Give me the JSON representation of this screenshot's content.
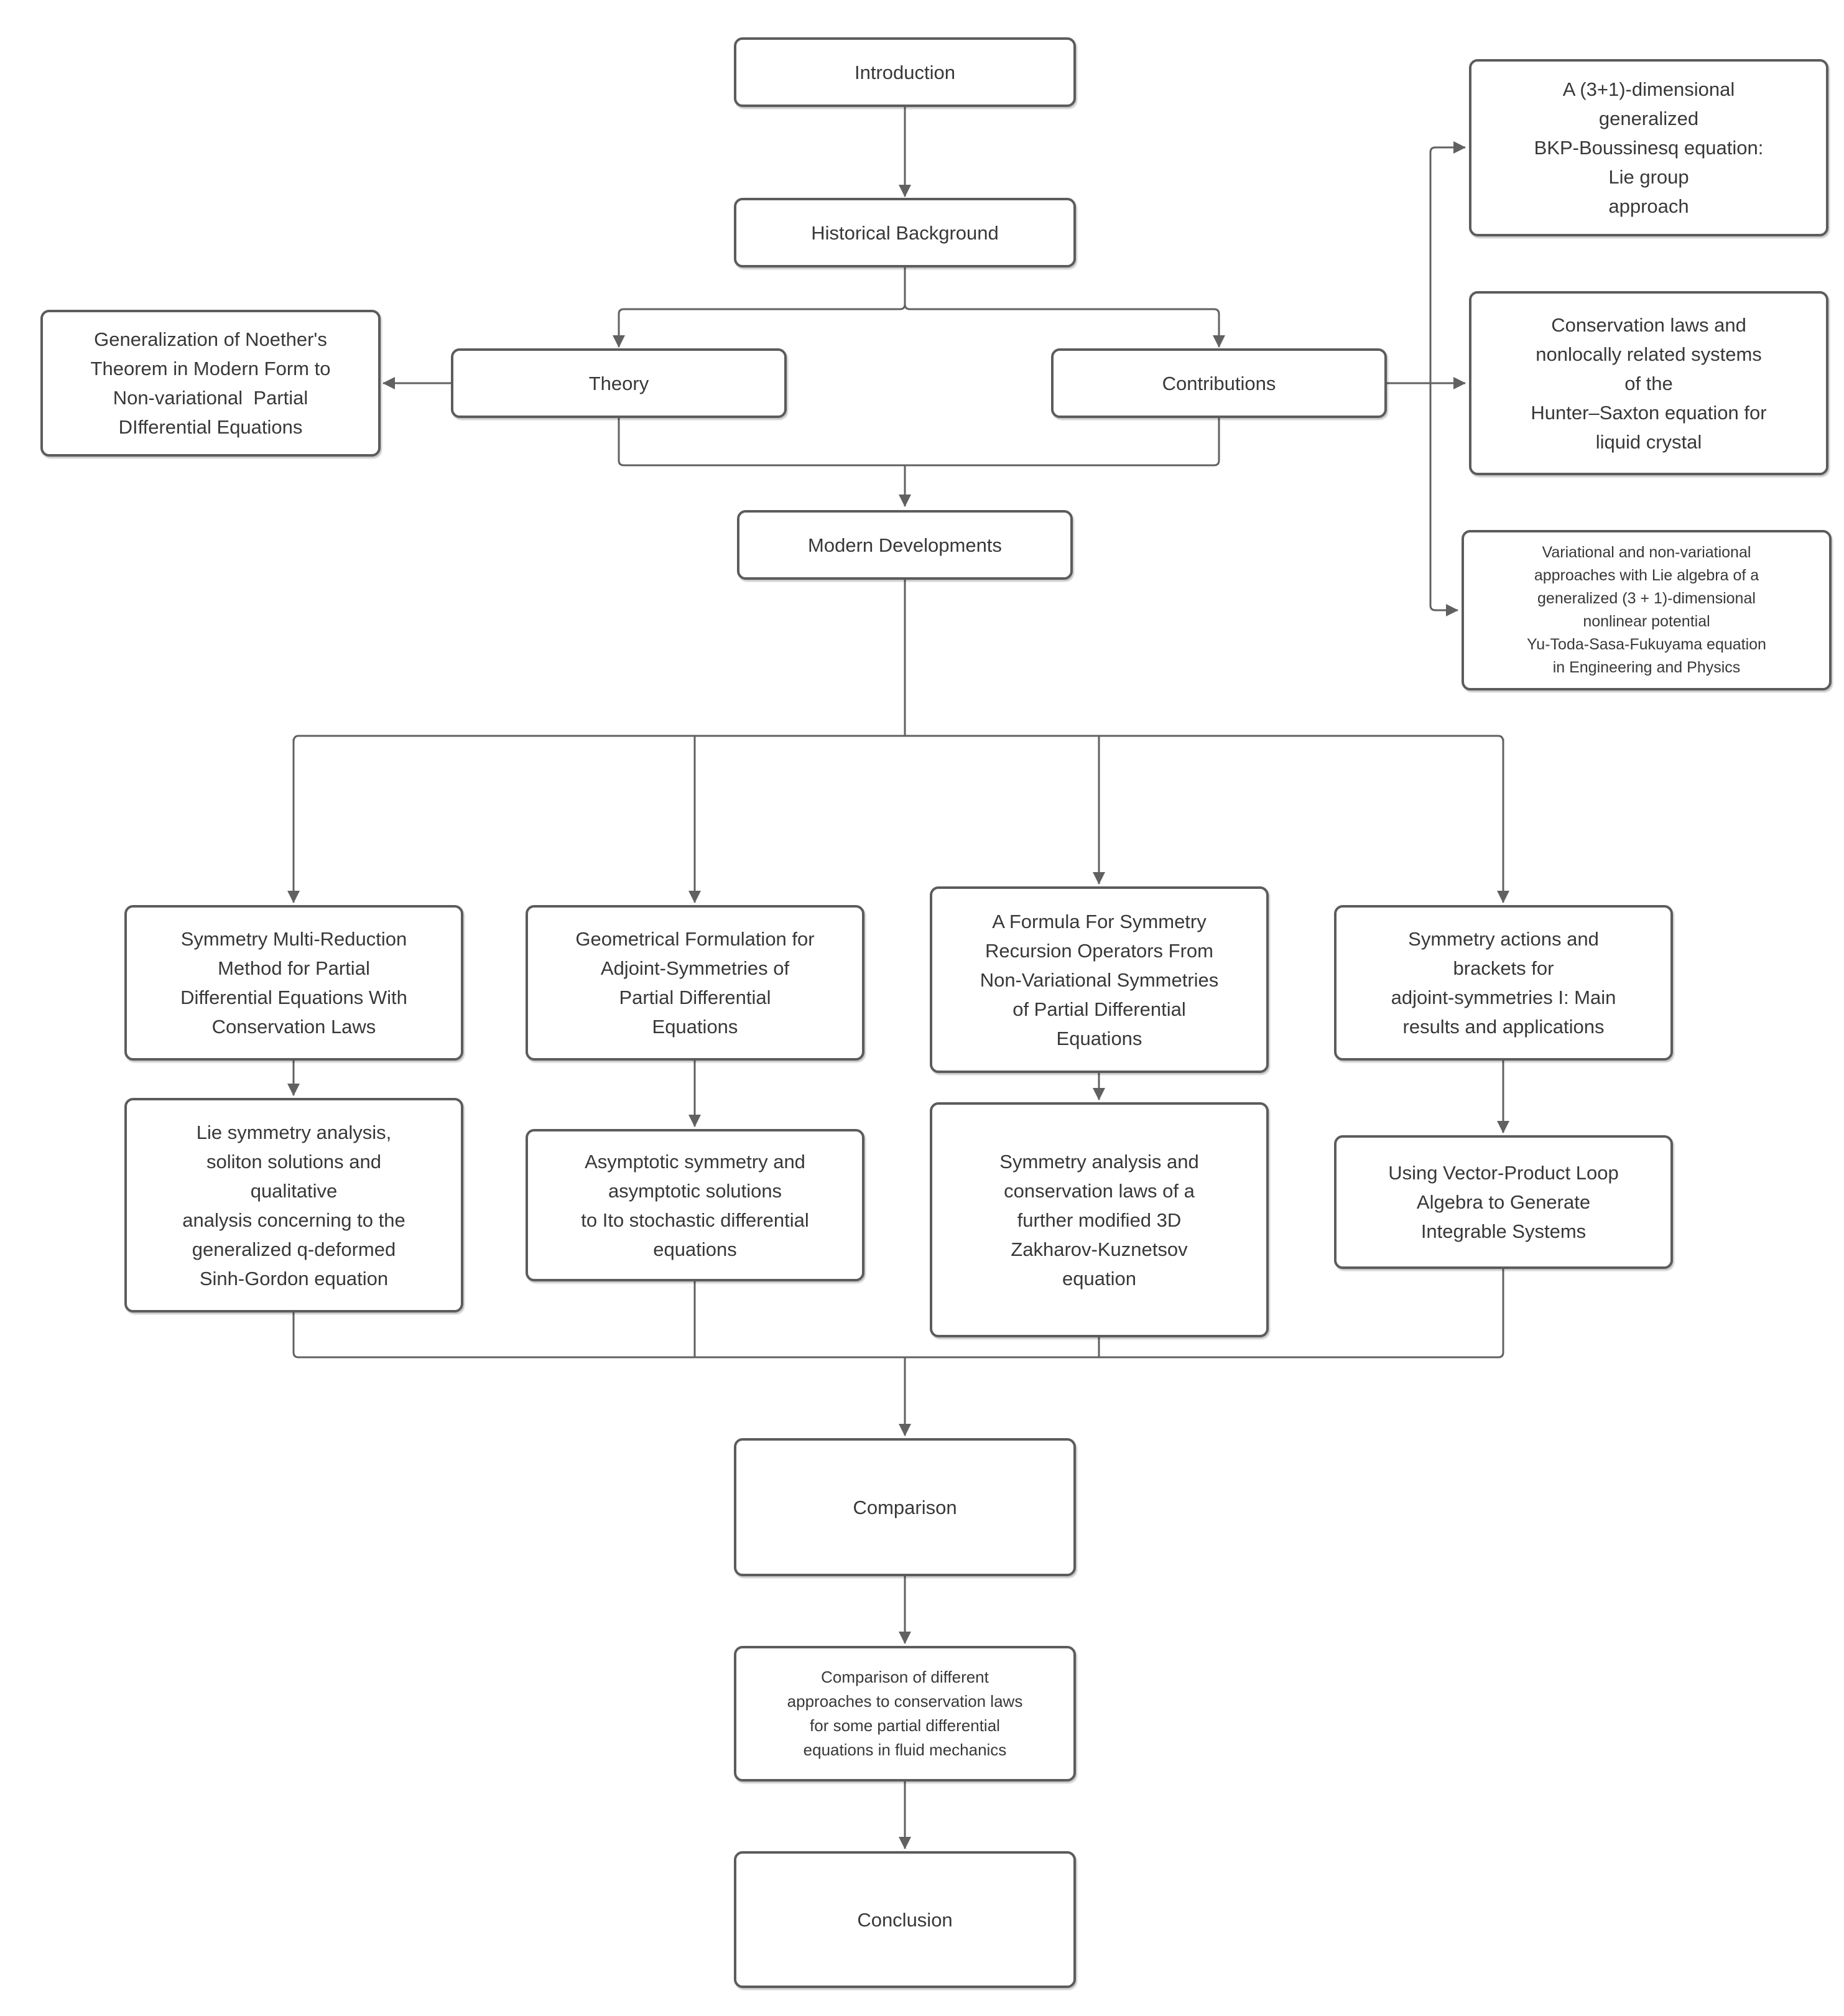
{
  "diagram": {
    "background_color": "#ffffff",
    "line_color": "#616161",
    "box_border_color": "#5c5c5c",
    "text_color": "#383838"
  },
  "nodes": {
    "introduction": {
      "label": "Introduction"
    },
    "historical_background": {
      "label": "Historical Background"
    },
    "theory": {
      "label": "Theory"
    },
    "contributions": {
      "label": "Contributions"
    },
    "noether": {
      "label": "Generalization of Noether's\nTheorem in Modern Form to\nNon-variational  Partial\nDIfferential Equations"
    },
    "bkp_boussinesq": {
      "label": "A (3+1)-dimensional\ngeneralized\nBKP-Boussinesq equation:\nLie group\napproach"
    },
    "hunter_saxton": {
      "label": "Conservation laws and\nnonlocally related systems\nof the\nHunter–Saxton equation for\nliquid crystal"
    },
    "yu_toda": {
      "label": "Variational and non-variational\napproaches with Lie algebra of a\ngeneralized (3 + 1)-dimensional\nnonlinear potential\nYu-Toda-Sasa-Fukuyama equation\nin Engineering and Physics"
    },
    "modern_developments": {
      "label": "Modern Developments"
    },
    "symmetry_multi_reduction": {
      "label": "Symmetry Multi-Reduction\nMethod for Partial\nDifferential Equations With\nConservation Laws"
    },
    "geometrical_formulation": {
      "label": "Geometrical Formulation for\nAdjoint-Symmetries of\nPartial Differential\nEquations"
    },
    "symmetry_recursion": {
      "label": "A Formula For Symmetry\nRecursion Operators From\nNon-Variational Symmetries\nof Partial Differential\nEquations"
    },
    "symmetry_actions": {
      "label": "Symmetry actions and\nbrackets for\nadjoint-symmetries I: Main\nresults and applications"
    },
    "lie_symmetry": {
      "label": "Lie symmetry analysis,\nsoliton solutions and\nqualitative\nanalysis concerning to the\ngeneralized q-deformed\nSinh-Gordon equation"
    },
    "asymptotic_symmetry": {
      "label": "Asymptotic symmetry and\nasymptotic solutions\nto Ito stochastic differential\nequations"
    },
    "zakharov_kuznetsov": {
      "label": "Symmetry analysis and\nconservation laws of a\nfurther modified 3D\nZakharov-Kuznetsov\nequation"
    },
    "vector_product": {
      "label": "Using Vector-Product Loop\nAlgebra to Generate\nIntegrable Systems"
    },
    "comparison": {
      "label": "Comparison"
    },
    "comparison_detail": {
      "label": "Comparison of different\napproaches to conservation laws\nfor some partial differential\nequations in fluid mechanics"
    },
    "conclusion": {
      "label": "Conclusion"
    }
  }
}
